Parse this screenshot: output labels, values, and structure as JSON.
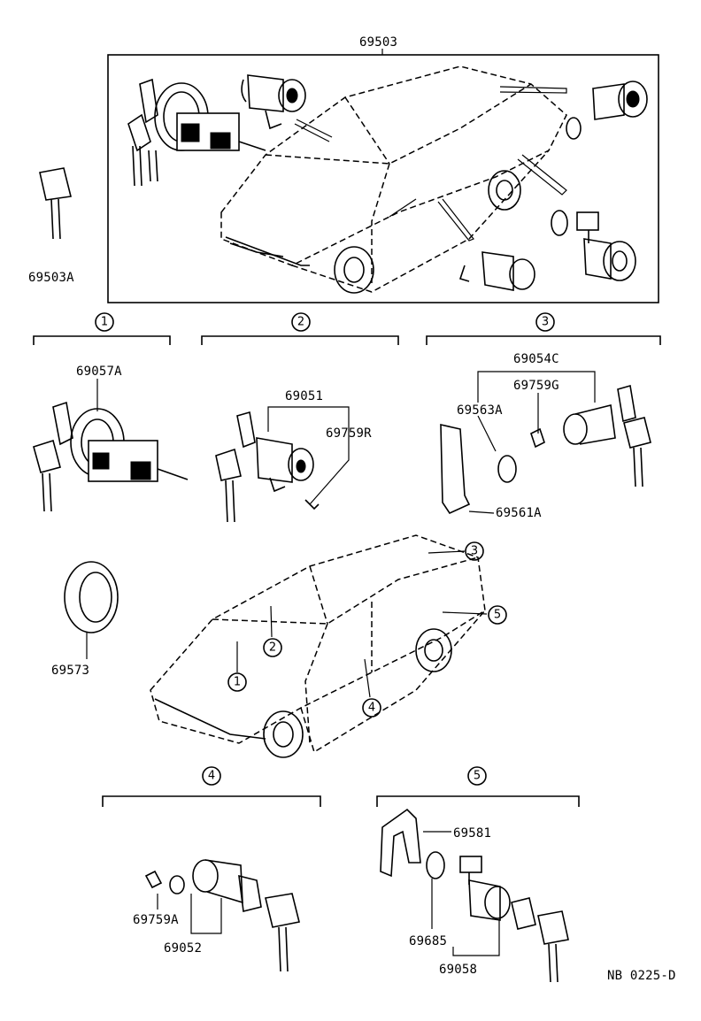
{
  "parts": {
    "p69503": "69503",
    "p69503A": "69503A",
    "p69057A": "69057A",
    "p69051": "69051",
    "p69759R": "69759R",
    "p69054C": "69054C",
    "p69759G": "69759G",
    "p69563A": "69563A",
    "p69561A": "69561A",
    "p69573": "69573",
    "p69581": "69581",
    "p69759A": "69759A",
    "p69052": "69052",
    "p69685": "69685",
    "p69058": "69058"
  },
  "groups": [
    "1",
    "2",
    "3",
    "4",
    "5"
  ],
  "car_markers": [
    "1",
    "2",
    "3",
    "4",
    "5"
  ],
  "figure_code": "NB 0225-D"
}
